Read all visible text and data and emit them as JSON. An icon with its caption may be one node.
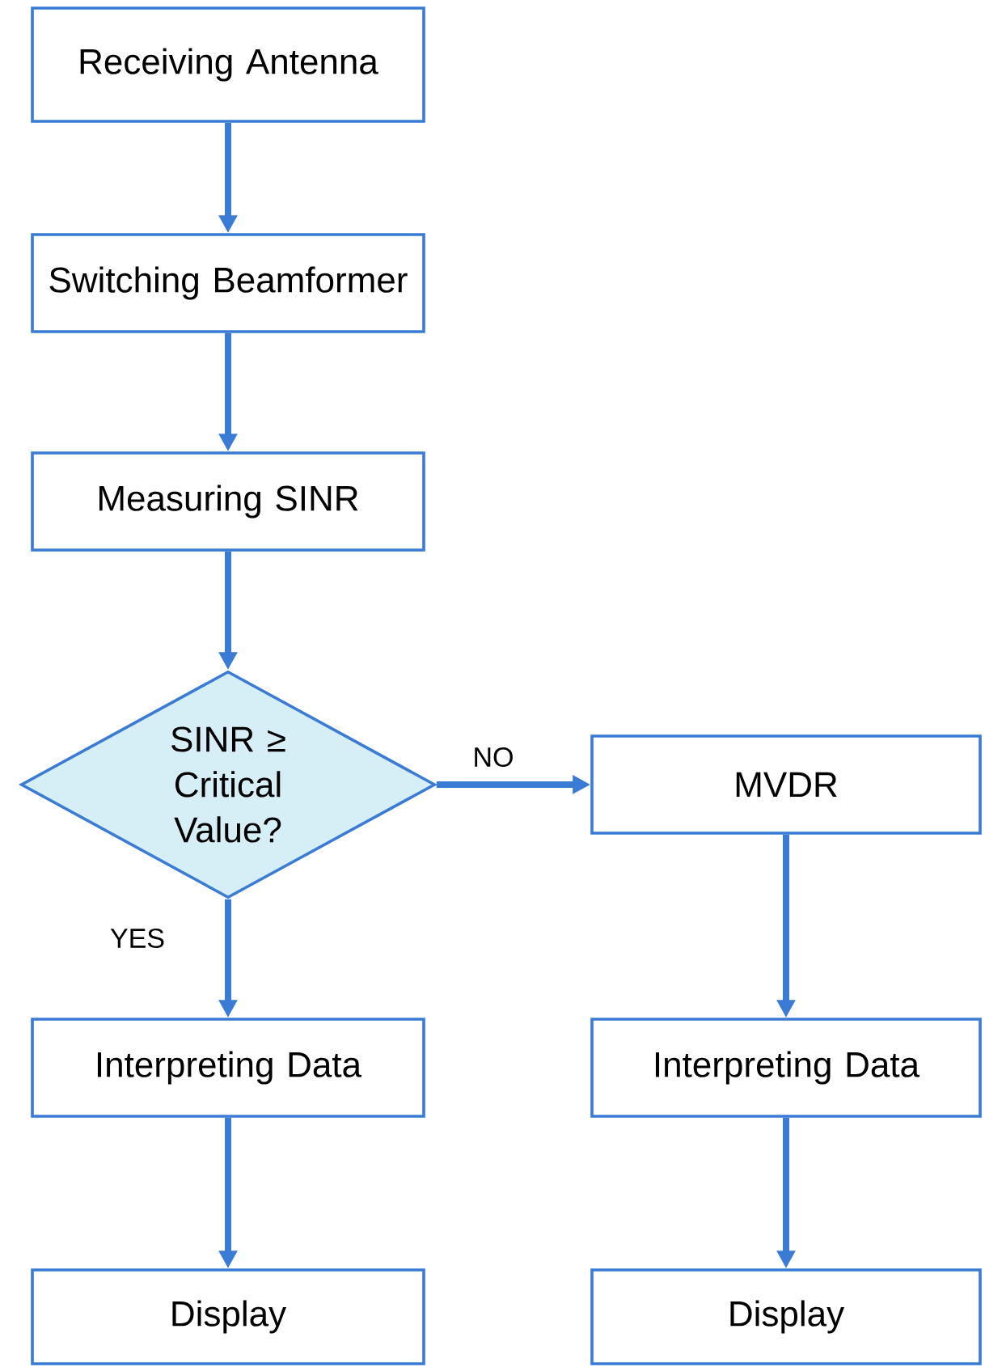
{
  "diagram": {
    "nodes": [
      {
        "text": [
          "Receiving Antenna"
        ]
      },
      {
        "text": [
          "Switching Beamformer"
        ]
      },
      {
        "text": [
          "Measuring SINR"
        ]
      },
      {
        "text": [
          "SINR ≥ Critical Value?"
        ]
      },
      {
        "text": [
          "MVDR"
        ]
      },
      {
        "text": [
          "Interpreting Data"
        ]
      },
      {
        "text": [
          "Interpreting Data"
        ]
      },
      {
        "text": [
          "Display"
        ]
      },
      {
        "text": [
          "Display"
        ]
      }
    ],
    "edges": [
      {
        "from": 0,
        "to": 1,
        "arrow": "to"
      },
      {
        "from": 1,
        "to": 2,
        "arrow": "to"
      },
      {
        "from": 2,
        "to": 3,
        "arrow": "to"
      },
      {
        "from": 3,
        "to": 4,
        "arrow": "to",
        "label": "NO"
      },
      {
        "from": 3,
        "to": 5,
        "arrow": "to",
        "label": "YES"
      },
      {
        "from": 4,
        "to": 6,
        "arrow": "to"
      },
      {
        "from": 5,
        "to": 7,
        "arrow": "to"
      },
      {
        "from": 6,
        "to": 8,
        "arrow": "to"
      }
    ]
  }
}
